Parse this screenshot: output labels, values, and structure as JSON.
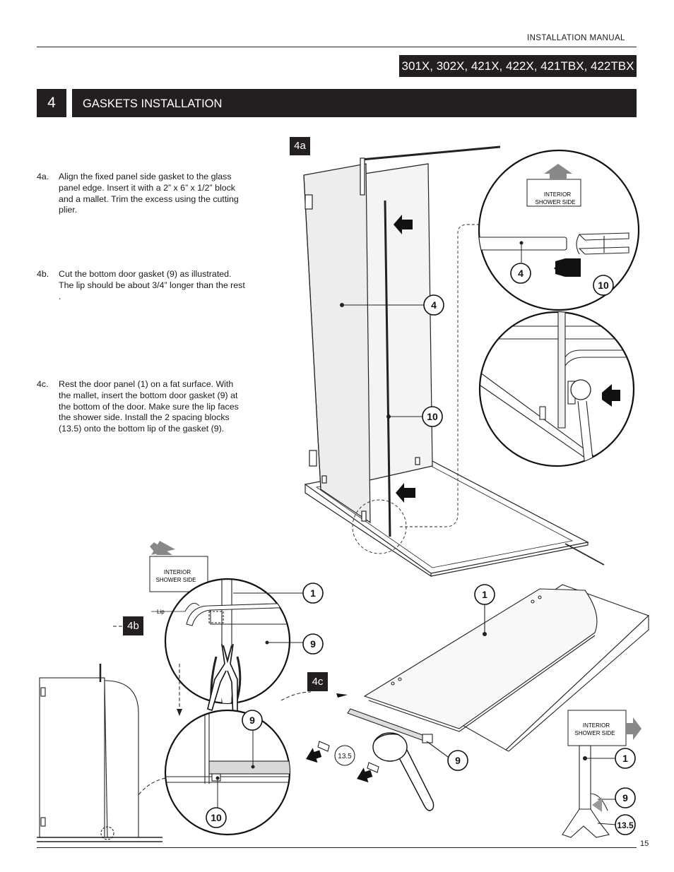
{
  "header": {
    "manual_label": "INSTALLATION  MANUAL",
    "models": "301X, 302X, 421X, 422X, 421TBX, 422TBX"
  },
  "section": {
    "number": "4",
    "title": "GASKETS INSTALLATION"
  },
  "instructions": [
    {
      "label": "4a.",
      "text": "Align the fixed panel side gasket to the glass panel edge. Insert it with a 2” x 6” x 1/2” block and a mallet.  Trim the excess using the cutting plier."
    },
    {
      "label": "4b.",
      "text": "Cut the bottom door gasket (9) as illustrated. The lip should be about 3/4” longer than the rest ."
    },
    {
      "label": "4c.",
      "text": "Rest the door panel (1) on a fat surface. With the mallet, insert the bottom door gasket (9) at the bottom of the door. Make sure the lip faces the  shower side.   Install the 2 spacing blocks (13.5) onto the bottom lip of  the gasket (9)."
    }
  ],
  "figures": {
    "tag_4a": "4a",
    "tag_4b": "4b",
    "tag_4c": "4c",
    "interior_line1": "INTERIOR",
    "interior_line2": "SHOWER SIDE",
    "lip_label": "Lip",
    "callouts": {
      "c1": "1",
      "c4": "4",
      "c9": "9",
      "c10": "10",
      "c13_5": "13.5"
    }
  },
  "footer": {
    "page_number": "15"
  }
}
